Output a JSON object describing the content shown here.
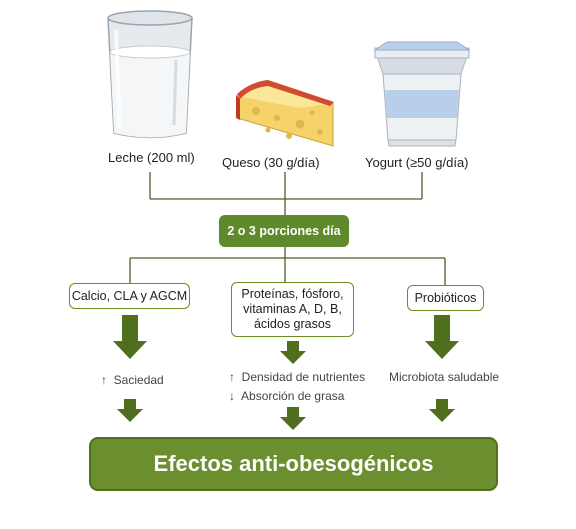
{
  "foods": [
    {
      "label": "Leche (200 ml)",
      "icon": "milk-glass-icon"
    },
    {
      "label": "Queso (30 g/día)",
      "icon": "cheese-icon"
    },
    {
      "label": "Yogurt (≥50 g/día)",
      "icon": "yogurt-cup-icon"
    }
  ],
  "center_label": "2 o 3 porciones día",
  "components": [
    {
      "label": "Calcio, CLA y AGCM"
    },
    {
      "label_lines": [
        "Proteínas, fósforo,",
        "vitaminas A, D, B,",
        "ácidos grasos"
      ]
    },
    {
      "label": "Probióticos"
    }
  ],
  "effects": [
    {
      "lines": [
        {
          "arrow": "↑",
          "text": "Saciedad"
        }
      ]
    },
    {
      "lines": [
        {
          "arrow": "↑",
          "text": "Densidad de nutrientes"
        },
        {
          "arrow": "↓",
          "text": "Absorción de grasa"
        }
      ]
    },
    {
      "lines": [
        {
          "arrow": "",
          "text": "Microbiota saludable"
        }
      ]
    }
  ],
  "final_label": "Efectos anti-obesogénicos",
  "colors": {
    "green_dark": "#4f6f1e",
    "green_main": "#6b8e2f",
    "line": "#4a5f2a"
  }
}
